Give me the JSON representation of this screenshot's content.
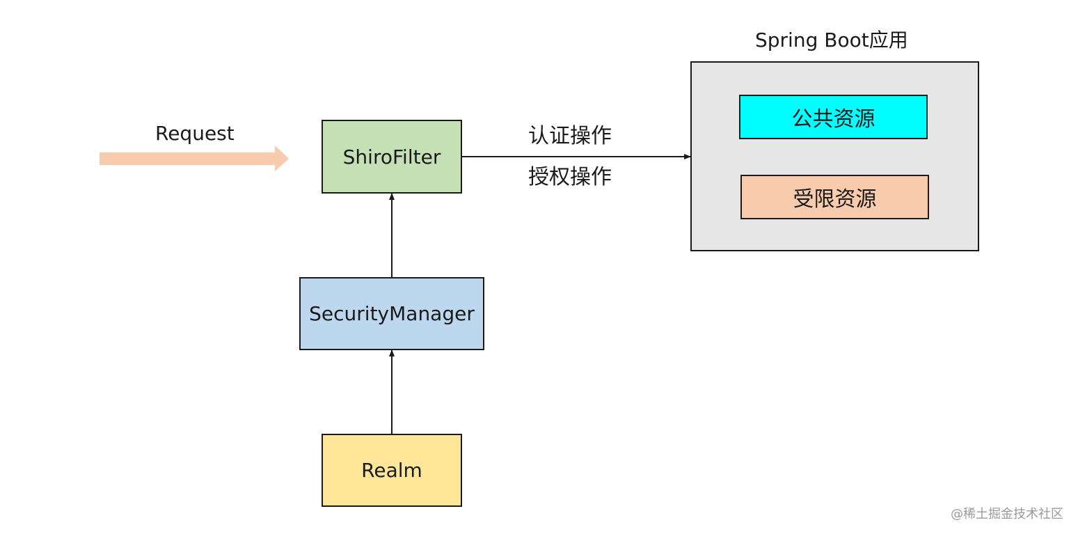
{
  "request": {
    "label": "Request",
    "arrow_color": "#f8cbad"
  },
  "shiro_filter": {
    "label": "ShiroFilter",
    "color": "#c5e0b4"
  },
  "security_manager": {
    "label": "SecurityManager",
    "color": "#bdd7ee"
  },
  "realm": {
    "label": "Realm",
    "color": "#ffe699"
  },
  "edge_labels": {
    "authentication": "认证操作",
    "authorization": "授权操作"
  },
  "spring_boot_app": {
    "title": "Spring Boot应用",
    "color": "#e6e6e6",
    "public_resources": {
      "label": "公共资源",
      "color": "#00ffff"
    },
    "restricted_resources": {
      "label": "受限资源",
      "color": "#f8cbad"
    }
  },
  "watermark": "@稀土掘金技术社区"
}
